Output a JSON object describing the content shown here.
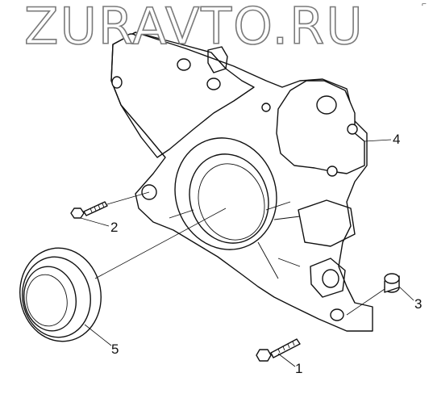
{
  "watermark": "ZURAVTO.RU",
  "corner_mark": "⌐",
  "callouts": [
    {
      "id": "1",
      "label": "1"
    },
    {
      "id": "2",
      "label": "2"
    },
    {
      "id": "3",
      "label": "3"
    },
    {
      "id": "4",
      "label": "4"
    },
    {
      "id": "5",
      "label": "5"
    }
  ]
}
